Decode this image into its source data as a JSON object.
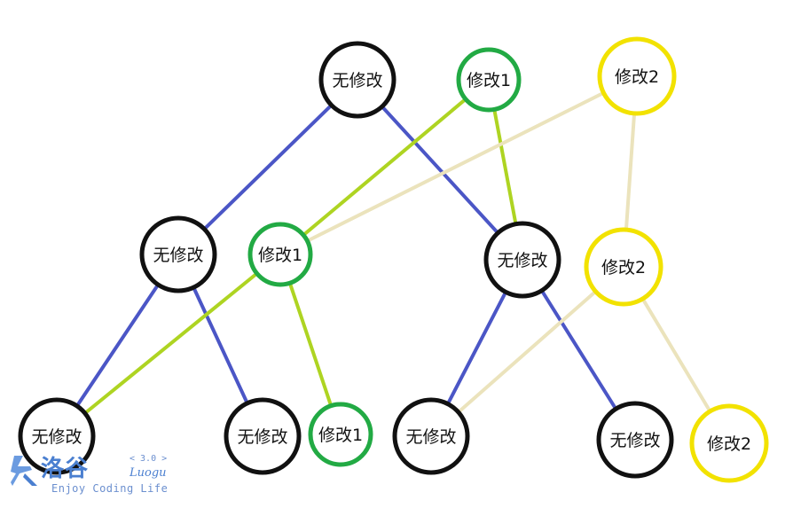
{
  "colors": {
    "black_node": "#111111",
    "green_node": "#22aa44",
    "yellow_node": "#f2e200",
    "blue_edge": "#4b56c6",
    "lime_edge": "#aed422",
    "beige_edge": "#ebe3bc"
  },
  "nodes": {
    "root_none": "无修改",
    "root_v1": "修改1",
    "root_v2": "修改2",
    "l_none": "无修改",
    "l_v1": "修改1",
    "r_none": "无修改",
    "r_v2": "修改2",
    "ll_none": "无修改",
    "lr_none": "无修改",
    "lr_v1": "修改1",
    "rl_none": "无修改",
    "rr_none": "无修改",
    "rr_v2": "修改2"
  },
  "watermark": {
    "title": "洛谷",
    "version": "< 3.0 >",
    "brand": "Luogu",
    "slogan": "Enjoy Coding Life"
  }
}
